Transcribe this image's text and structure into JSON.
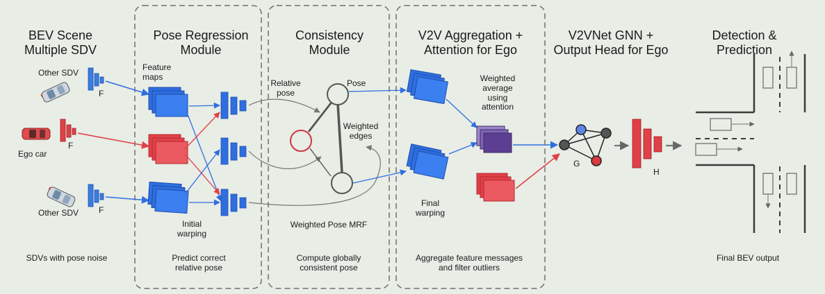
{
  "columns": {
    "bev": {
      "title_line1": "BEV Scene",
      "title_line2": "Multiple SDV",
      "caption": "SDVs with pose noise",
      "other_sdv_top": "Other SDV",
      "ego_car": "Ego car",
      "other_sdv_bottom": "Other SDV",
      "feature_label": "F"
    },
    "pose_regression": {
      "title_line1": "Pose Regression",
      "title_line2": "Module",
      "feature_maps_line1": "Feature",
      "feature_maps_line2": "maps",
      "initial_warping_line1": "Initial",
      "initial_warping_line2": "warping",
      "caption_line1": "Predict correct",
      "caption_line2": "relative pose"
    },
    "consistency": {
      "title_line1": "Consistency",
      "title_line2": "Module",
      "relative_pose_line1": "Relative",
      "relative_pose_line2": "pose",
      "pose": "Pose",
      "weighted_edges_line1": "Weighted",
      "weighted_edges_line2": "edges",
      "mrf_label": "Weighted Pose MRF",
      "caption_line1": "Compute globally",
      "caption_line2": "consistent pose"
    },
    "v2v": {
      "title_line1": "V2V Aggregation +",
      "title_line2": "Attention for Ego",
      "weighted_line1": "Weighted",
      "weighted_line2": "average",
      "weighted_line3": "using",
      "weighted_line4": "attention",
      "final_warping_line1": "Final",
      "final_warping_line2": "warping",
      "caption_line1": "Aggregate feature messages",
      "caption_line2": "and filter outliers"
    },
    "gnn": {
      "title_line1": "V2VNet GNN +",
      "title_line2": "Output Head for Ego",
      "graph_label": "G",
      "head_label": "H"
    },
    "detection": {
      "title_line1": "Detection &",
      "title_line2": "Prediction",
      "caption": "Final BEV output"
    }
  },
  "colors": {
    "background": "#e8ede6",
    "blue": "#2f6ee0",
    "red": "#e04048",
    "purple": "#6b4a9e",
    "dashed_box": "#6f6f6f",
    "graph_gray": "#555555"
  }
}
